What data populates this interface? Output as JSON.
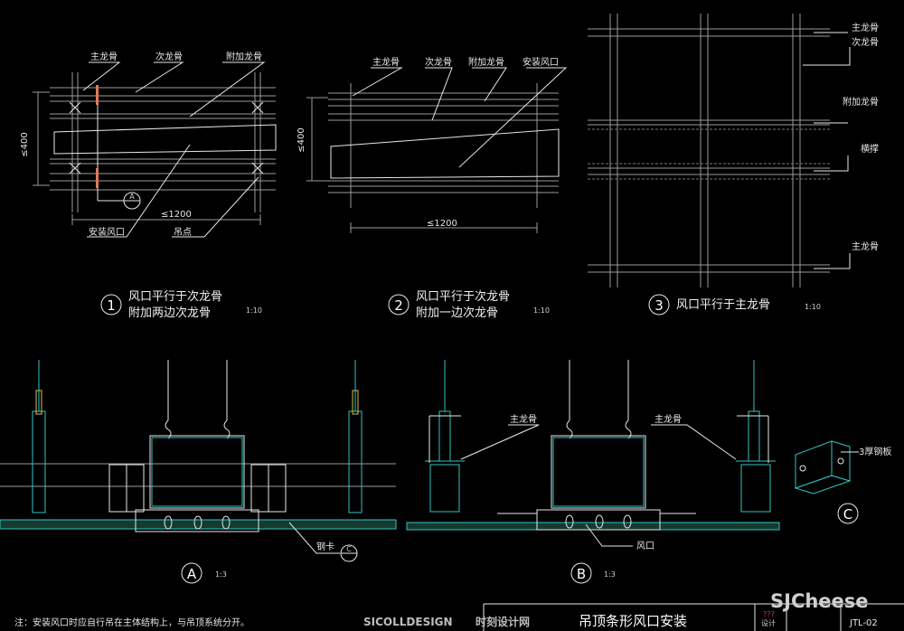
{
  "detail1": {
    "labels": {
      "main_keel": "主龙骨",
      "sub_keel": "次龙骨",
      "extra_keel": "附加龙骨",
      "install_vent": "安装风口",
      "hanger": "吊点"
    },
    "dim_height": "≤400",
    "dim_width": "≤1200",
    "callout_letter": "A",
    "number": "1",
    "title_line1": "风口平行于次龙骨",
    "title_line2": "附加两边次龙骨",
    "scale": "1:10"
  },
  "detail2": {
    "labels": {
      "main_keel": "主龙骨",
      "sub_keel": "次龙骨",
      "extra_keel": "附加龙骨",
      "install_vent": "安装风口"
    },
    "dim_height": "≤400",
    "dim_width": "≤1200",
    "number": "2",
    "title_line1": "风口平行于次龙骨",
    "title_line2": "附加一边次龙骨",
    "scale": "1:10"
  },
  "detail3": {
    "labels": {
      "main_keel_top": "主龙骨",
      "sub_keel": "次龙骨",
      "extra_keel": "附加龙骨",
      "brace": "横撑",
      "main_keel_bottom": "主龙骨"
    },
    "number": "3",
    "title": "风口平行于主龙骨",
    "scale": "1:10"
  },
  "sectionA": {
    "letter": "A",
    "scale": "1:3",
    "steel_clip": "钢卡",
    "callout_letter": "C"
  },
  "sectionB": {
    "letter": "B",
    "scale": "1:3",
    "main_keel_left": "主龙骨",
    "main_keel_right": "主龙骨",
    "vent": "风口"
  },
  "detailC": {
    "letter": "C",
    "plate": "3厚钢板"
  },
  "footer": {
    "note": "注：安装风口时应自行吊在主体结构上，与吊顶系统分开。",
    "brand": "SICOLLDESIGN",
    "brand_cn": "时刻设计网",
    "drawing_title": "吊顶条形风口安装",
    "watermark": "SJCheese",
    "cell_label": "设计",
    "cell_value": "???",
    "drawing_no": "JTL-02"
  },
  "colors": {
    "background": "#000000",
    "cyan_lines": "#31c4c4",
    "label_text": "#e6e6e6",
    "accent": "#d8c24a"
  }
}
